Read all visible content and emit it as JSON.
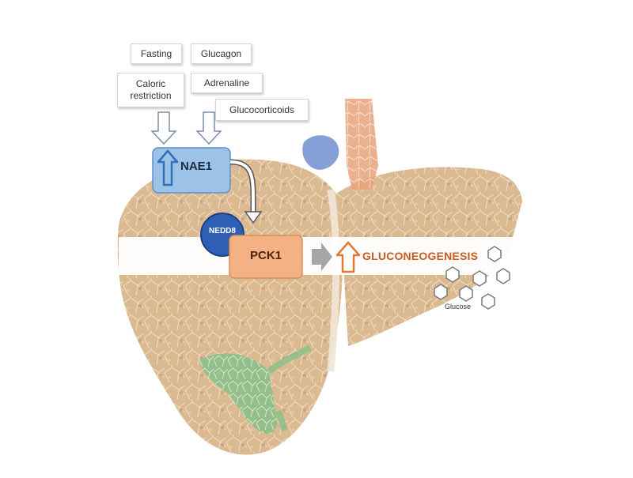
{
  "stimuli": [
    {
      "id": "fasting",
      "label": "Fasting"
    },
    {
      "id": "glucagon",
      "label": "Glucagon"
    },
    {
      "id": "caloric",
      "lines": [
        "Caloric",
        "restriction"
      ]
    },
    {
      "id": "adrenaline",
      "label": "Adrenaline"
    },
    {
      "id": "glucocorticoids",
      "label": "Glucocorticoids"
    }
  ],
  "nae1": {
    "label": "NAE1",
    "color": "#9cc3e6",
    "arrow_color": "#2f6fbf"
  },
  "nedd8": {
    "label": "NEDD8",
    "color": "#2e5fb5"
  },
  "pck1": {
    "label": "PCK1",
    "color": "#f4b183"
  },
  "output": {
    "label": "GLUCONEOGENESIS",
    "color": "#c95a1e"
  },
  "glucose": {
    "label": "Glucose"
  },
  "colors": {
    "liver": "#d9b68c",
    "gallbladder": "#8cc08a",
    "vessel_orange": "#e08a55",
    "vessel_blue": "#6f8fcf",
    "process_arrow": "#a6a6a6"
  },
  "icons": [
    "hollow-down-arrow-icon",
    "up-arrow-icon",
    "curved-arrow-icon",
    "right-arrow-icon",
    "hexagon-glucose-icon"
  ]
}
